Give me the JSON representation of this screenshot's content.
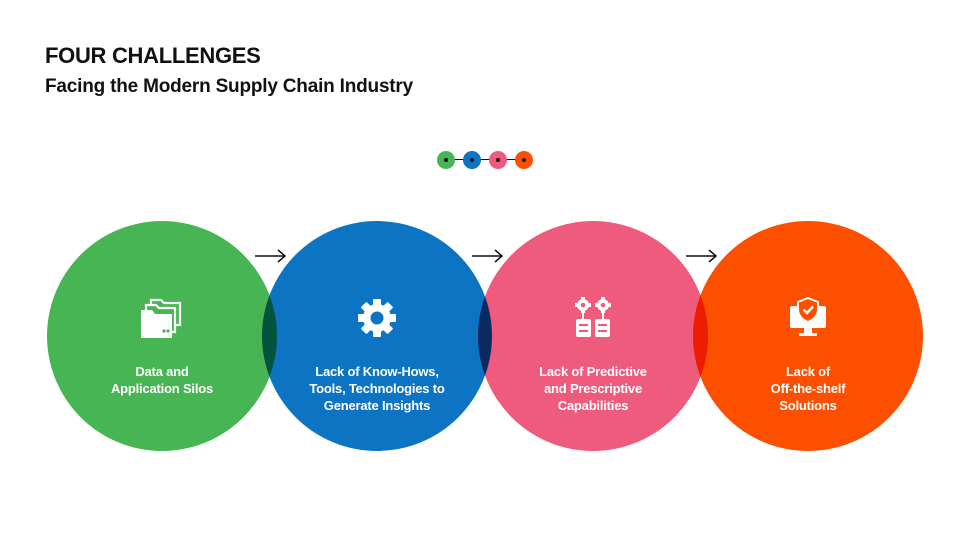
{
  "header": {
    "title": "FOUR CHALLENGES",
    "subtitle": "Facing the Modern Supply Chain Industry"
  },
  "colors": {
    "green": "#47b553",
    "blue": "#0c74c2",
    "pink": "#ee5b7d",
    "orange": "#fd4f00"
  },
  "challenges": [
    {
      "label": "Data and\nApplication Silos",
      "icon": "folders-icon",
      "color": "#47b553"
    },
    {
      "label": "Lack of Know-Hows,\nTools, Technologies to\nGenerate Insights",
      "icon": "gear-icon",
      "color": "#0c74c2"
    },
    {
      "label": "Lack of Predictive\nand Prescriptive\nCapabilities",
      "icon": "analytics-gears-icon",
      "color": "#ee5b7d"
    },
    {
      "label": "Lack of\nOff-the-shelf\nSolutions",
      "icon": "monitor-shield-icon",
      "color": "#fd4f00"
    }
  ]
}
